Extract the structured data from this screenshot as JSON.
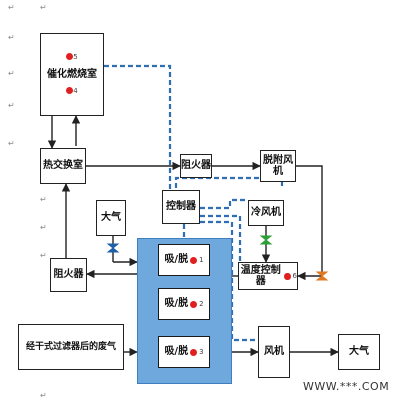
{
  "boxes": {
    "combustion_chamber": "催化燃烧室",
    "heat_exchanger": "热交换室",
    "flame_arrester_top": "阻火器",
    "desorption_fan": "脱附风机",
    "controller": "控制器",
    "atmosphere_left": "大气",
    "cold_air_fan": "冷风机",
    "flame_arrester_left": "阻火器",
    "temp_controller": "温度控制器",
    "adsorption_bed_1": "吸/脱",
    "adsorption_bed_2": "吸/脱",
    "adsorption_bed_3": "吸/脱",
    "exhaust_source": "经干式过滤器后的废气",
    "main_fan": "风机",
    "atmosphere_right": "大气"
  },
  "sensor_numbers": {
    "s5": "5",
    "s4": "4",
    "s1": "1",
    "s2": "2",
    "s3": "3",
    "s6": "6"
  },
  "watermark": "WWW.***.COM",
  "colors": {
    "panel": "#6fa8dc",
    "dashed": "#2f6db5",
    "sensor": "#e02020",
    "valve_blue": "#1f5fa8",
    "valve_green": "#2e9e3a",
    "valve_orange": "#e07a20"
  }
}
